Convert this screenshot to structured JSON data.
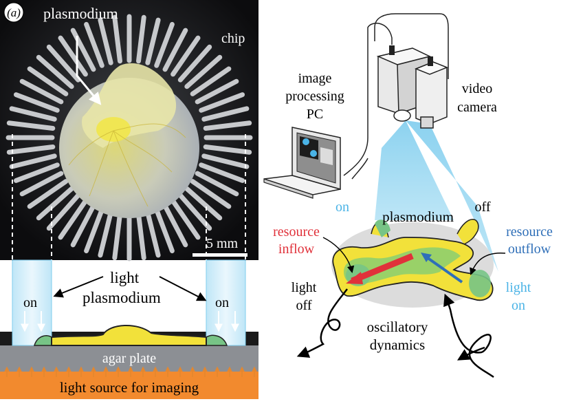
{
  "panel_a": {
    "tag": "(a)",
    "plasmodium_label": "plasmodium",
    "chip_label": "chip",
    "scale_label": "5 mm"
  },
  "cross_section": {
    "light_label": "light",
    "plasmodium_label": "plasmodium",
    "on_left": "on",
    "on_right": "on",
    "agar_label": "agar plate",
    "light_source_label": "light source for imaging"
  },
  "setup": {
    "pc_line1": "image",
    "pc_line2": "processing",
    "pc_line3": "PC",
    "camera_line1": "video",
    "camera_line2": "camera",
    "on_label": "on",
    "off_label": "off",
    "plasmodium_label": "plasmodium",
    "resource_inflow_1": "resource",
    "resource_inflow_2": "inflow",
    "resource_outflow_1": "resource",
    "resource_outflow_2": "outflow",
    "light_off_1": "light",
    "light_off_2": "off",
    "light_on_1": "light",
    "light_on_2": "on",
    "oscillatory_1": "oscillatory",
    "oscillatory_2": "dynamics"
  },
  "colors": {
    "inflow": "#e0313a",
    "outflow": "#2f6fb8",
    "light_blue": "#8fd3f0",
    "plasmodium_yellow": "#f2e13a",
    "agar_gray": "#8c8f94",
    "light_source_orange": "#f28a2e"
  }
}
